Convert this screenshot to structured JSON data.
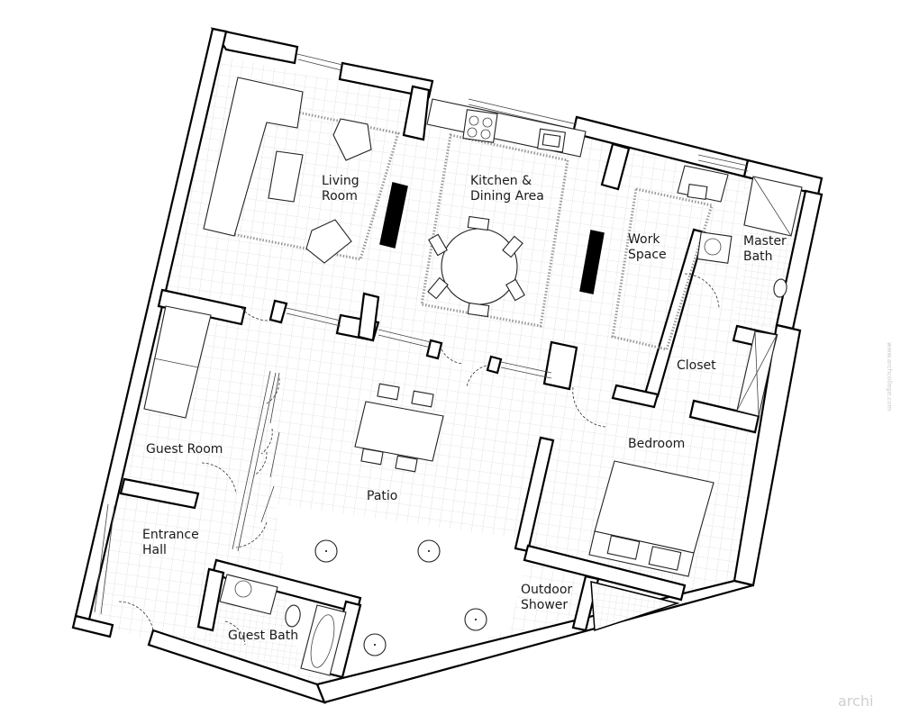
{
  "rooms": {
    "living_room": [
      "Living",
      "Room"
    ],
    "kitchen": [
      "Kitchen &",
      "Dining Area"
    ],
    "work_space": [
      "Work",
      "Space"
    ],
    "master_bath": [
      "Master",
      "Bath"
    ],
    "closet": "Closet",
    "bedroom": "Bedroom",
    "guest_room": "Guest Room",
    "patio": "Patio",
    "entrance_hall": [
      "Entrance",
      "Hall"
    ],
    "outdoor_shower": [
      "Outdoor",
      "Shower"
    ],
    "guest_bath": "Guest Bath"
  },
  "watermark": {
    "brand": "archi",
    "url": "www.archcollege.com"
  }
}
